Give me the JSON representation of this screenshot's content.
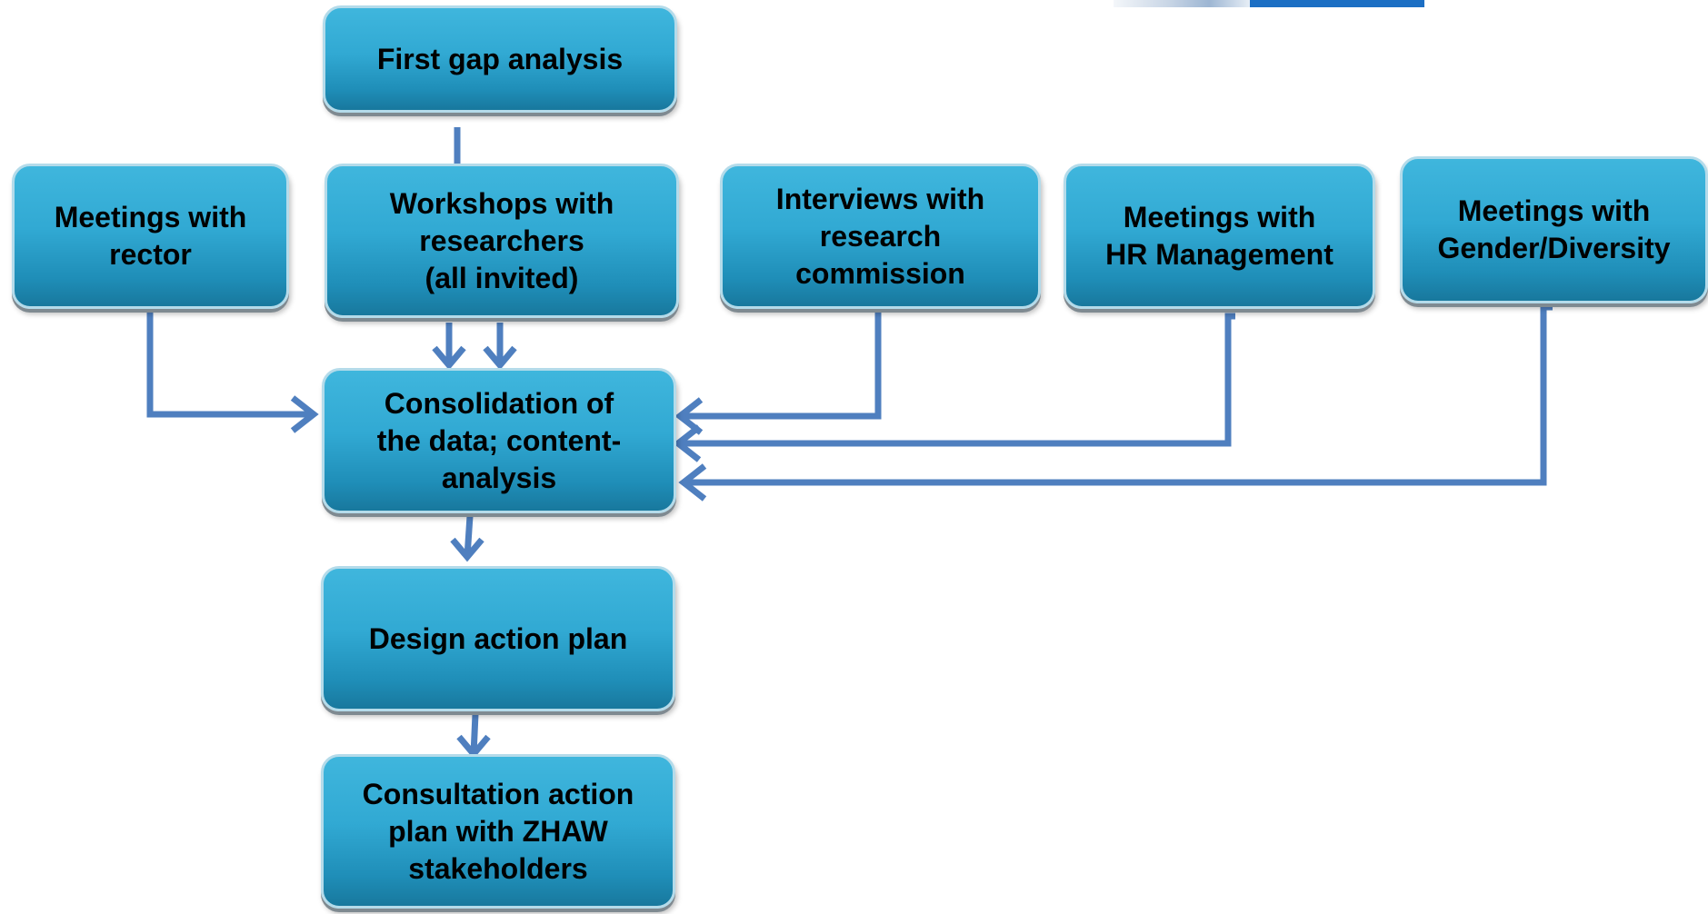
{
  "nodes": {
    "first_gap": "First gap analysis",
    "meetings_rector": "Meetings with\nrector",
    "workshops": "Workshops with\nresearchers\n(all invited)",
    "interviews": "Interviews with\nresearch\ncommission",
    "meetings_hr": "Meetings with\nHR Management",
    "meetings_gender": "Meetings with\nGender/Diversity",
    "consolidation": "Consolidation of\nthe data; content-\nanalysis",
    "design": "Design action plan",
    "consultation": "Consultation action\nplan with ZHAW\nstakeholders"
  },
  "colors": {
    "box_fill": "#31a9d3",
    "box_border": "#b4dbea",
    "arrow": "#4f7fbf",
    "text": "#000000"
  }
}
